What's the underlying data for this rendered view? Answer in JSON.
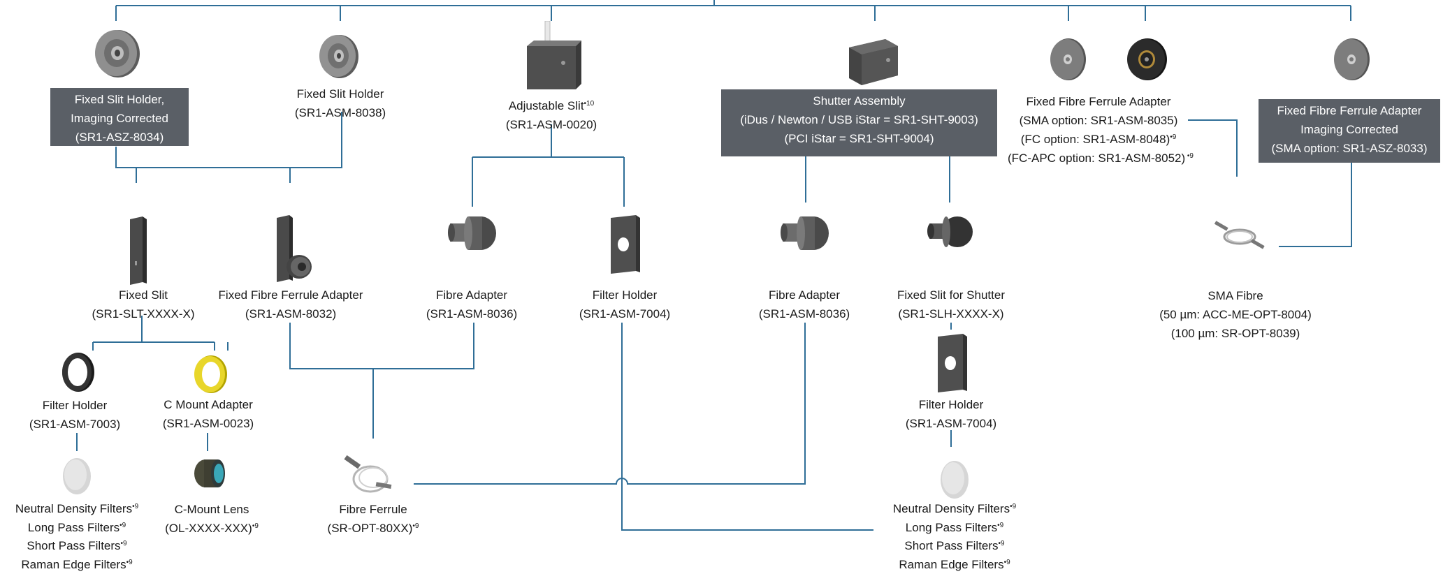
{
  "colors": {
    "line": "#2f6e97",
    "box": "#5a5f66",
    "box_text": "#ffffff",
    "text": "#1a1a1a"
  },
  "items": {
    "fixed_slit_holder_ic": {
      "lines": [
        "Fixed Slit Holder,",
        "Imaging Corrected",
        "(SR1-ASZ-8034)"
      ]
    },
    "fixed_slit_holder": {
      "lines": [
        "Fixed Slit Holder",
        "(SR1-ASM-8038)"
      ]
    },
    "adjustable_slit": {
      "lines": [
        "Adjustable Slit",
        "(SR1-ASM-0020)"
      ],
      "sup": "•10"
    },
    "shutter_assembly": {
      "lines": [
        "Shutter Assembly",
        "(iDus / Newton / USB iStar = SR1-SHT-9003)",
        "(PCI iStar = SR1-SHT-9004)"
      ]
    },
    "fixed_fibre_ferrule_adapter_top": {
      "lines": [
        "Fixed Fibre Ferrule Adapter",
        "(SMA option: SR1-ASM-8035)",
        "(FC option: SR1-ASM-8048)",
        "(FC-APC option: SR1-ASM-8052)"
      ],
      "sup": "•9",
      "sup3": " •9"
    },
    "fixed_fibre_ferrule_adapter_ic": {
      "lines": [
        "Fixed Fibre Ferrule Adapter",
        "Imaging Corrected",
        "(SMA option: SR1-ASZ-8033)"
      ]
    },
    "fixed_slit": {
      "lines": [
        "Fixed Slit",
        "(SR1-SLT-XXXX-X)"
      ]
    },
    "fixed_fibre_ferrule_adapter_mid": {
      "lines": [
        "Fixed Fibre Ferrule Adapter",
        "(SR1-ASM-8032)"
      ]
    },
    "fibre_adapter_1": {
      "lines": [
        "Fibre Adapter",
        "(SR1-ASM-8036)"
      ]
    },
    "filter_holder_7004_a": {
      "lines": [
        "Filter Holder",
        "(SR1-ASM-7004)"
      ]
    },
    "fibre_adapter_2": {
      "lines": [
        "Fibre Adapter",
        "(SR1-ASM-8036)"
      ]
    },
    "fixed_slit_for_shutter": {
      "lines": [
        "Fixed Slit for Shutter",
        "(SR1-SLH-XXXX-X)"
      ]
    },
    "sma_fibre": {
      "lines": [
        "SMA Fibre",
        "(50 µm: ACC-ME-OPT-8004)",
        "(100 µm: SR-OPT-8039)"
      ]
    },
    "filter_holder_7003": {
      "lines": [
        "Filter Holder",
        "(SR1-ASM-7003)"
      ]
    },
    "c_mount_adapter": {
      "lines": [
        "C Mount Adapter",
        "(SR1-ASM-0023)"
      ]
    },
    "filter_holder_7004_b": {
      "lines": [
        "Filter Holder",
        "(SR1-ASM-7004)"
      ]
    },
    "filters_left": {
      "lines": [
        "Neutral Density Filters",
        "Long Pass Filters",
        "Short Pass Filters",
        "Raman Edge Filters"
      ],
      "sup": "•9"
    },
    "c_mount_lens": {
      "lines": [
        "C-Mount Lens",
        "(OL-XXXX-XXX)"
      ],
      "sup": "•9"
    },
    "fibre_ferrule": {
      "lines": [
        "Fibre Ferrule",
        "(SR-OPT-80XX)"
      ],
      "sup": "•9"
    },
    "filters_right": {
      "lines": [
        "Neutral Density Filters",
        "Long Pass Filters",
        "Short Pass Filters",
        "Raman Edge Filters"
      ],
      "sup": "•9"
    }
  },
  "icons": [
    "round-slit-holder-icon",
    "adjustable-slit-icon",
    "shutter-box-icon",
    "round-adapter-icon",
    "black-adapter-icon",
    "slit-plate-icon",
    "ferrule-adapter-plate-icon",
    "fibre-adapter-icon",
    "filter-holder-plate-icon",
    "filter-ring-icon",
    "c-mount-ring-icon",
    "filter-disc-icon",
    "c-mount-lens-icon",
    "fibre-coil-icon"
  ]
}
